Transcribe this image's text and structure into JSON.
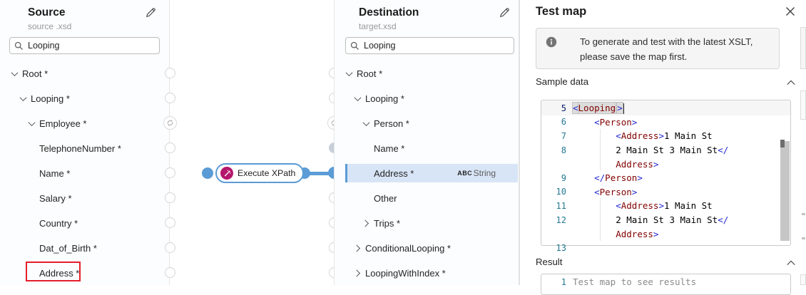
{
  "colors": {
    "accent_blue": "#5b9cd6",
    "selected_row": "#d8e5f6",
    "function_icon_bg": "#b4176c",
    "annotation_red": "#e61e2b",
    "xml_tag": "#800000",
    "xml_bracket": "#2126d2",
    "line_number": "#237893",
    "line_number_active": "#0b216f"
  },
  "source_panel": {
    "title": "Source",
    "subtitle": "source .xsd",
    "search_value": "Looping",
    "tree": [
      {
        "label": "Root *",
        "level": 0,
        "chevron": "down"
      },
      {
        "label": "Looping *",
        "level": 1,
        "chevron": "down"
      },
      {
        "label": "Employee *",
        "level": 2,
        "chevron": "down"
      },
      {
        "label": "TelephoneNumber *",
        "level": 3
      },
      {
        "label": "Name *",
        "level": 3
      },
      {
        "label": "Salary *",
        "level": 3
      },
      {
        "label": "Country *",
        "level": 3
      },
      {
        "label": "Dat_of_Birth *",
        "level": 3
      },
      {
        "label": "Address *",
        "level": 3,
        "annotated": true
      }
    ],
    "rail": [
      "plain",
      "plain",
      "loop",
      "plain",
      "plain",
      "plain",
      "plain",
      "plain",
      "plain"
    ]
  },
  "destination_panel": {
    "title": "Destination",
    "subtitle": "target.xsd",
    "search_value": "Looping",
    "tree": [
      {
        "label": "Root *",
        "level": 0,
        "chevron": "down"
      },
      {
        "label": "Looping *",
        "level": 1,
        "chevron": "down"
      },
      {
        "label": "Person *",
        "level": 2,
        "chevron": "down"
      },
      {
        "label": "Name *",
        "level": 3
      },
      {
        "label": "Address *",
        "level": 3,
        "selected": true,
        "badge": {
          "abc": "ABC",
          "type": "String"
        }
      },
      {
        "label": "Other",
        "level": 3
      },
      {
        "label": "Trips *",
        "level": 2,
        "chevron": "right"
      },
      {
        "label": "ConditionalLooping *",
        "level": 1,
        "chevron": "right"
      },
      {
        "label": "LoopingWithIndex *",
        "level": 1,
        "chevron": "right"
      }
    ],
    "rail": [
      "plain",
      "plain",
      "loop",
      "grayfill",
      "bluefill",
      "plain",
      "plain",
      "plain",
      "plain"
    ]
  },
  "canvas": {
    "function_node": {
      "label": "Execute XPath"
    }
  },
  "test_panel": {
    "title": "Test map",
    "info_message": "To generate and test with the latest XSLT, please save the map first.",
    "sample_section_label": "Sample data",
    "result_section_label": "Result",
    "sample_editor": {
      "lines": [
        {
          "num": "5",
          "current": true,
          "caret": true,
          "tokens": [
            [
              "b|h",
              "<"
            ],
            [
              "t|h",
              "Looping"
            ],
            [
              "b|h2",
              ">"
            ]
          ]
        },
        {
          "num": "6",
          "tokens": [
            [
              "x",
              "    "
            ],
            [
              "b",
              "<"
            ],
            [
              "t",
              "Person"
            ],
            [
              "b",
              ">"
            ]
          ]
        },
        {
          "num": "7",
          "tokens": [
            [
              "x",
              "        "
            ],
            [
              "b",
              "<"
            ],
            [
              "t",
              "Address"
            ],
            [
              "b",
              ">"
            ],
            [
              "x",
              "1 Main St"
            ]
          ]
        },
        {
          "num": "8",
          "tokens": [
            [
              "x",
              "        "
            ],
            [
              "x",
              "2 Main St 3 Main St"
            ],
            [
              "b",
              "</"
            ]
          ]
        },
        {
          "num": "",
          "tokens": [
            [
              "x",
              "        "
            ],
            [
              "t",
              "Address"
            ],
            [
              "b",
              ">"
            ]
          ]
        },
        {
          "num": "9",
          "tokens": [
            [
              "x",
              "    "
            ],
            [
              "b",
              "</"
            ],
            [
              "t",
              "Person"
            ],
            [
              "b",
              ">"
            ]
          ]
        },
        {
          "num": "10",
          "tokens": [
            [
              "x",
              "    "
            ],
            [
              "b",
              "<"
            ],
            [
              "t",
              "Person"
            ],
            [
              "b",
              ">"
            ]
          ]
        },
        {
          "num": "11",
          "tokens": [
            [
              "x",
              "        "
            ],
            [
              "b",
              "<"
            ],
            [
              "t",
              "Address"
            ],
            [
              "b",
              ">"
            ],
            [
              "x",
              "1 Main St"
            ]
          ]
        },
        {
          "num": "12",
          "tokens": [
            [
              "x",
              "        "
            ],
            [
              "x",
              "2 Main St 3 Main St"
            ],
            [
              "b",
              "</"
            ]
          ]
        },
        {
          "num": "",
          "tokens": [
            [
              "x",
              "        "
            ],
            [
              "t",
              "Address"
            ],
            [
              "b",
              ">"
            ]
          ]
        },
        {
          "num": "13",
          "tokens": []
        }
      ]
    },
    "result_editor": {
      "line_number": "1",
      "placeholder": "Test map to see results"
    }
  }
}
